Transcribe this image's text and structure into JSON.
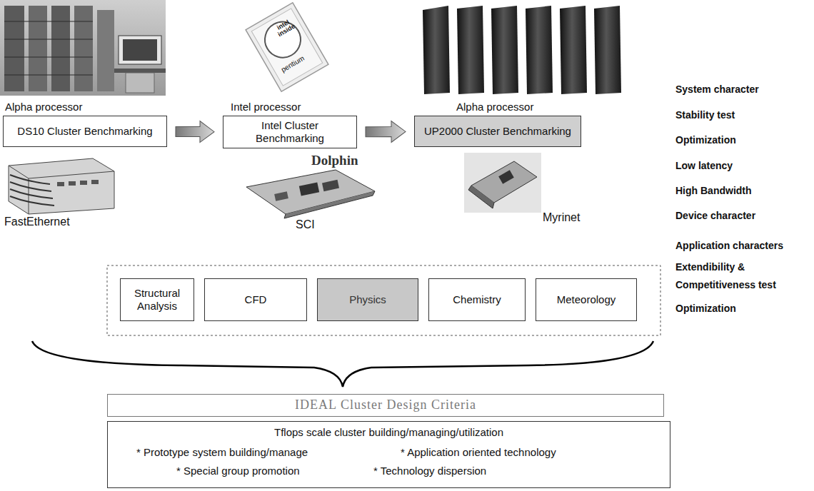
{
  "diagram": {
    "nodes": [
      {
        "text": [
          "Alpha processor",
          "DS10 Cluster Benchmarking"
        ]
      },
      {
        "text": [
          "Intel processor",
          "Intel Cluster Benchmarking"
        ]
      },
      {
        "text": [
          "Alpha processor",
          "UP2000 Cluster Benchmarking"
        ]
      },
      {
        "text": [
          "Structural Analysis"
        ]
      },
      {
        "text": [
          "CFD"
        ]
      },
      {
        "text": [
          "Physics"
        ]
      },
      {
        "text": [
          "Chemistry"
        ]
      },
      {
        "text": [
          "Meteorology"
        ]
      },
      {
        "text": [
          "IDEAL Cluster Design Criteria"
        ]
      },
      {
        "text": [
          "Tflops scale cluster building/managing/utilization",
          "* Prototype system building/manage",
          "* Application oriented technology",
          "* Special group promotion",
          "* Technology dispersion"
        ]
      }
    ],
    "edges": [
      {
        "from": 0,
        "to": 1,
        "arrow": "to"
      },
      {
        "from": 1,
        "to": 2,
        "arrow": "to"
      }
    ],
    "labels": [
      "System character",
      "Stability test",
      "Optimization",
      "Low latency",
      "High Bandwidth",
      "Device character",
      "Application characters",
      "Extendibility &",
      "Competitiveness test",
      "Optimization",
      "FastEthernet",
      "Dolphin",
      "SCI",
      "Myrinet",
      "intel inside",
      "pentium"
    ]
  }
}
